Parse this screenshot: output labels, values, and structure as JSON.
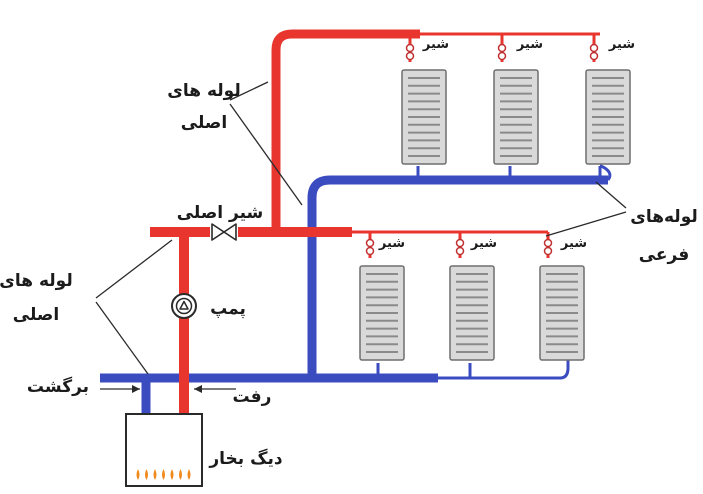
{
  "labels": {
    "main_pipes_top_line1": "لوله های",
    "main_pipes_top_line2": "اصلی",
    "main_pipes_left_line1": "لوله های",
    "main_pipes_left_line2": "اصلی",
    "branch_pipes_line1": "لوله‌های",
    "branch_pipes_line2": "فرعی",
    "main_valve": "شیر اصلی",
    "pump": "پمپ",
    "return": "برگشت",
    "supply": "رفت",
    "boiler": "دیگ بخار"
  },
  "radiator_valves": [
    {
      "label": "شیر"
    },
    {
      "label": "شیر"
    },
    {
      "label": "شیر"
    },
    {
      "label": "شیر"
    },
    {
      "label": "شیر"
    },
    {
      "label": "شیر"
    }
  ],
  "colors": {
    "supply_pipe": "#e8362f",
    "return_pipe": "#3b4cc0",
    "radiator_body": "#d9d9d9",
    "radiator_fin": "#8a8a8a",
    "flame": "#f08a1c"
  }
}
